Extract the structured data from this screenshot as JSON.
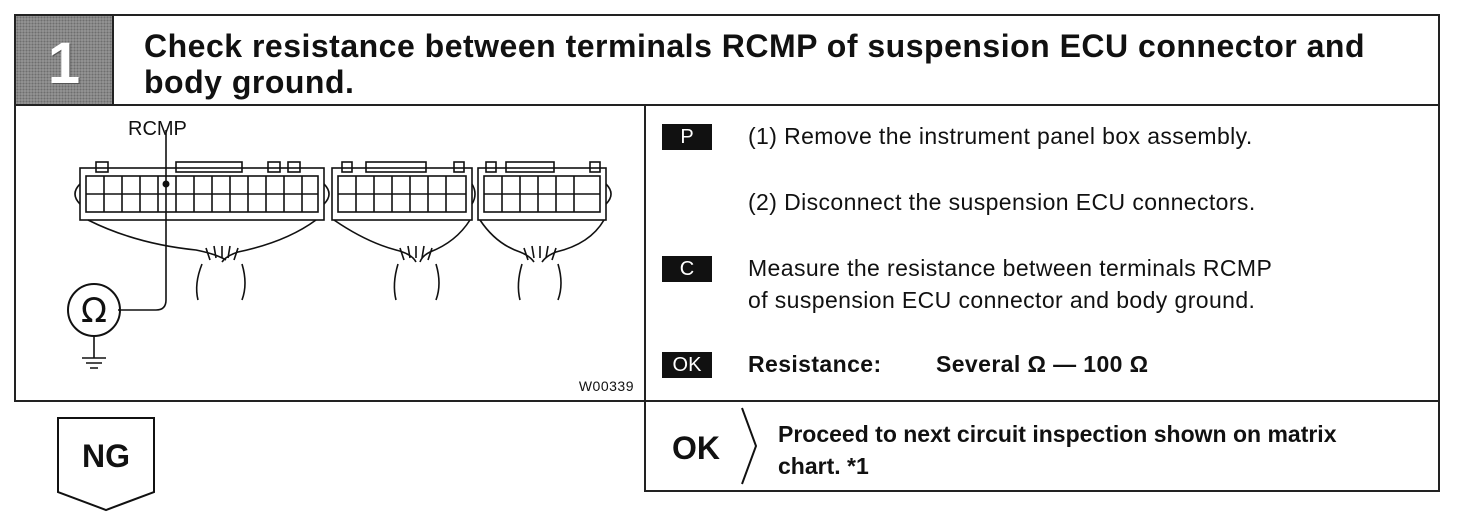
{
  "step": {
    "number": "1",
    "title": "Check resistance between terminals RCMP of suspension ECU connector and body ground."
  },
  "diagram": {
    "terminal_label": "RCMP",
    "ohm_symbol": "Ω",
    "figure_code": "W00339"
  },
  "procedure": {
    "p_tag": "P",
    "step1": "(1) Remove the instrument panel box assembly.",
    "step2": "(2) Disconnect the suspension ECU connectors.",
    "c_tag": "C",
    "check_line1": "Measure the resistance between terminals RCMP",
    "check_line2": "of suspension ECU connector and body ground.",
    "ok_tag": "OK",
    "resistance_label": "Resistance:",
    "resistance_value": "Several Ω — 100 Ω"
  },
  "result": {
    "ng_label": "NG",
    "ok_label": "OK",
    "ok_line1": "Proceed to next circuit inspection shown on matrix",
    "ok_line2": "chart. *1"
  }
}
